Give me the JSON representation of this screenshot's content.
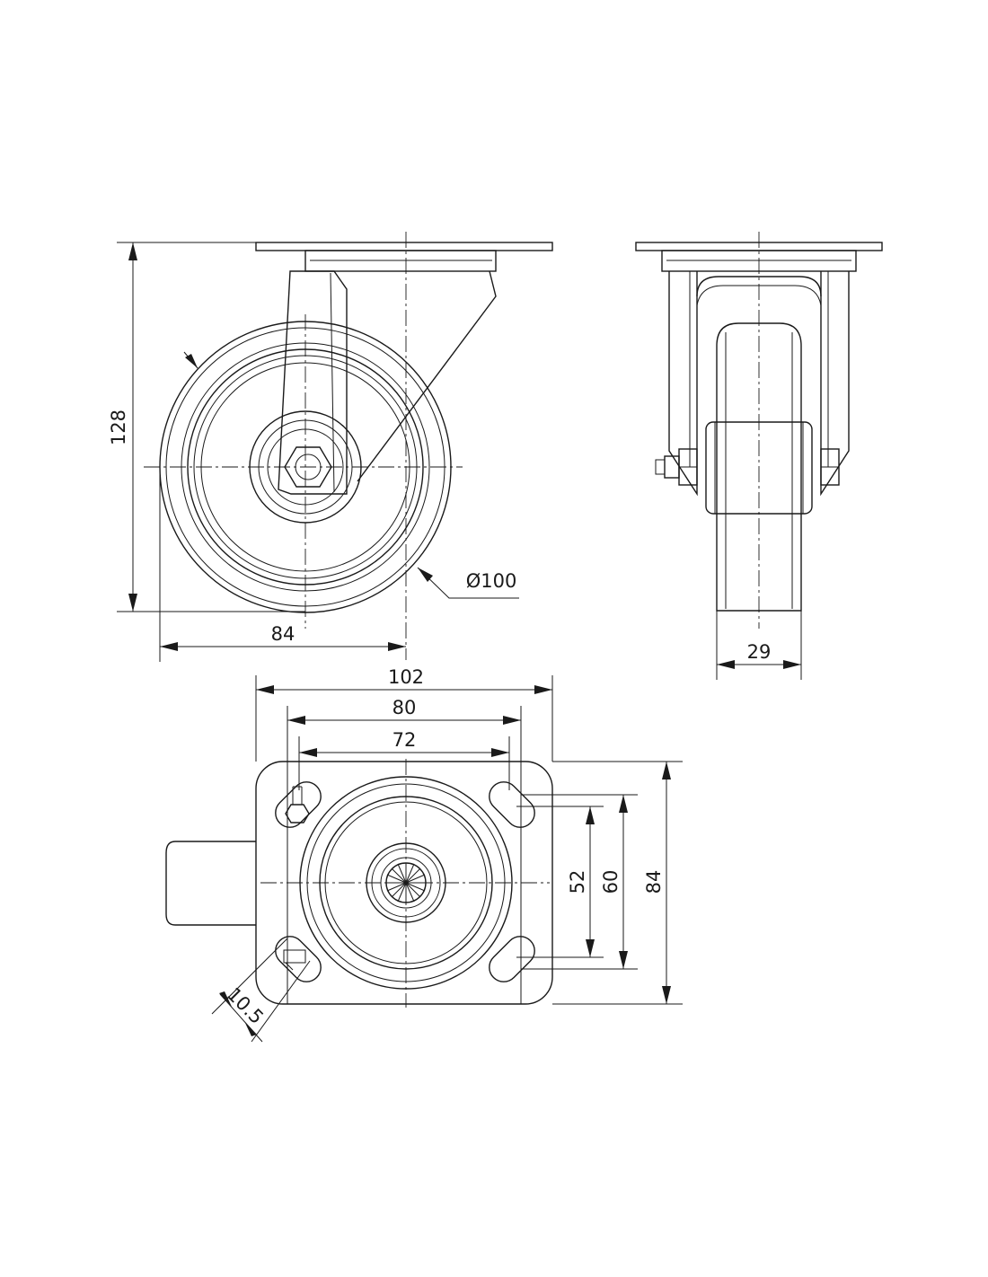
{
  "colors": {
    "line": "#1a1a1a",
    "background": "#ffffff"
  },
  "dimensions": {
    "height": "128",
    "offset": "84",
    "wheel_diameter": "Ø100",
    "wheel_width": "29",
    "plate_width": "102",
    "hole_spacing_outer": "80",
    "hole_spacing_inner": "72",
    "plate_hole_y_inner": "52",
    "plate_hole_y_outer": "60",
    "plate_depth": "84",
    "bolt_hole": "10.5"
  }
}
